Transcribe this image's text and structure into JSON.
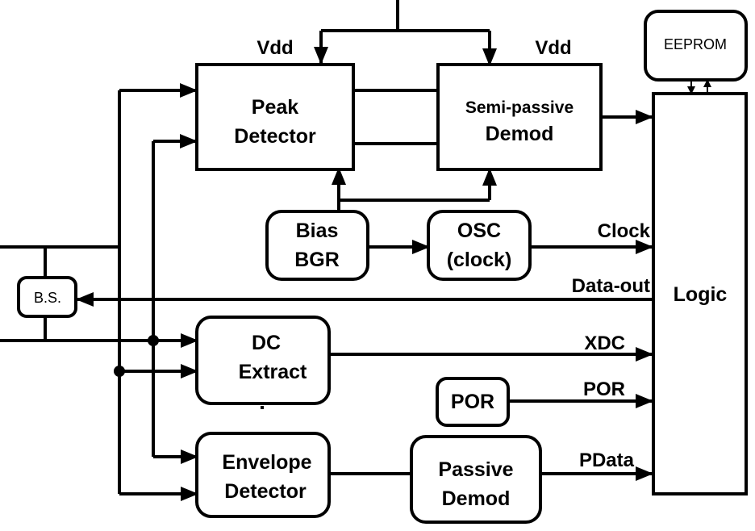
{
  "blocks": {
    "peak_detector": [
      "Peak",
      "Detector"
    ],
    "semi_passive_demod": [
      "Semi-passive",
      "Demod"
    ],
    "bias_bgr": [
      "Bias",
      "BGR"
    ],
    "osc": [
      "OSC",
      "(clock)"
    ],
    "dc_extract": [
      "DC",
      "Extract"
    ],
    "por": "POR",
    "envelope_detector": [
      "Envelope",
      "Detector"
    ],
    "passive_demod": [
      "Passive",
      "Demod"
    ],
    "eeprom": "EEPROM",
    "logic": "Logic",
    "bs": "B.S."
  },
  "supply": {
    "vdd_left": "Vdd",
    "vdd_right": "Vdd"
  },
  "signals": {
    "clock": "Clock",
    "data_out": "Data-out",
    "xdc": "XDC",
    "por": "POR",
    "pdata": "PData"
  }
}
